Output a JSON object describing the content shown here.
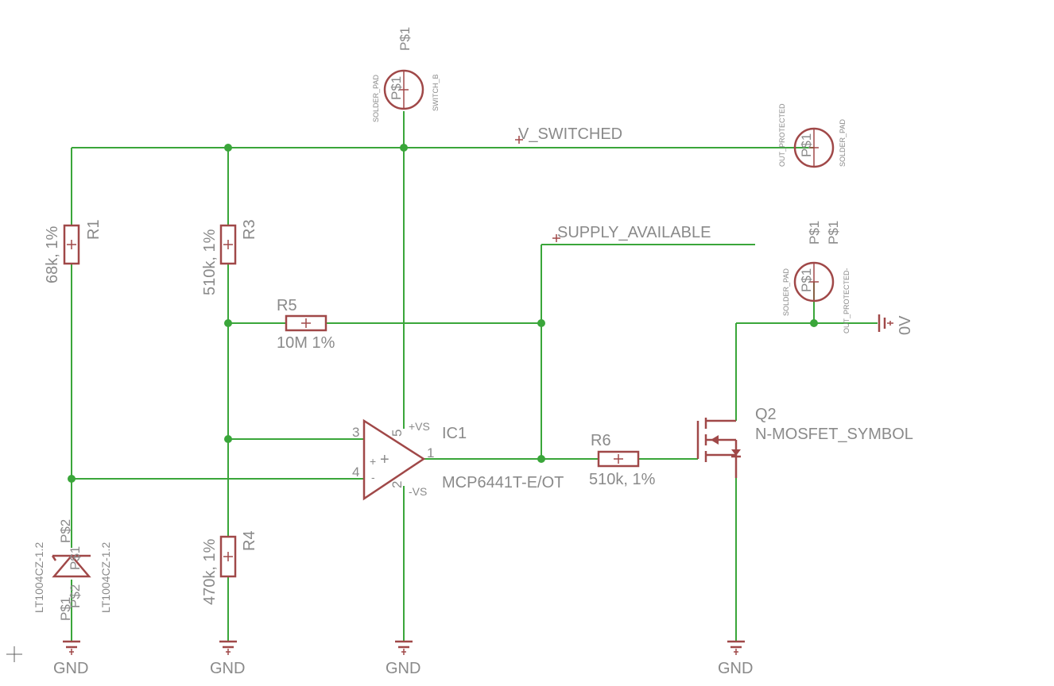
{
  "nets": {
    "v_switched": "V_SWITCHED",
    "supply_available": "SUPPLY_AVAILABLE"
  },
  "pads": {
    "top": {
      "name": "P$1",
      "pin": "P$1",
      "left": "SOLDER_PAD",
      "right": "SWITCH_B"
    },
    "out_pos": {
      "pin": "P$1",
      "left": "OUT_PROTECTED",
      "right": "SOLDER_PAD",
      "name": "P$1"
    },
    "out_neg": {
      "pin": "P$1",
      "left": "SOLDER_PAD",
      "right": "OUT_PROTECTED-",
      "name": "P$1"
    }
  },
  "resistors": {
    "r1": {
      "name": "R1",
      "value": "68k, 1%"
    },
    "r3": {
      "name": "R3",
      "value": "510k, 1%"
    },
    "r4": {
      "name": "R4",
      "value": "470k, 1%"
    },
    "r5": {
      "name": "R5",
      "value": "10M 1%"
    },
    "r6": {
      "name": "R6",
      "value": "510k, 1%"
    }
  },
  "opamp": {
    "name": "IC1",
    "part": "MCP6441T-E/OT",
    "pin_plus": "3",
    "pin_minus": "4",
    "pin_out": "1",
    "pin_vp": "5",
    "pin_vn": "2",
    "vs_plus": "+VS",
    "vs_minus": "-VS",
    "sign_plus": "+",
    "sign_minus": "-",
    "center": "+"
  },
  "mosfet": {
    "name": "Q2",
    "part": "N-MOSFET_SYMBOL"
  },
  "reference": {
    "part_left": "LT1004CZ-1.2",
    "part_right": "LT1004CZ-1.2",
    "pin_top": "P$2",
    "pin_bottom": "P$1",
    "overlap_a": "P$1",
    "overlap_b": "P$2"
  },
  "supply": {
    "zero_v": "0V",
    "gnd": "GND"
  }
}
